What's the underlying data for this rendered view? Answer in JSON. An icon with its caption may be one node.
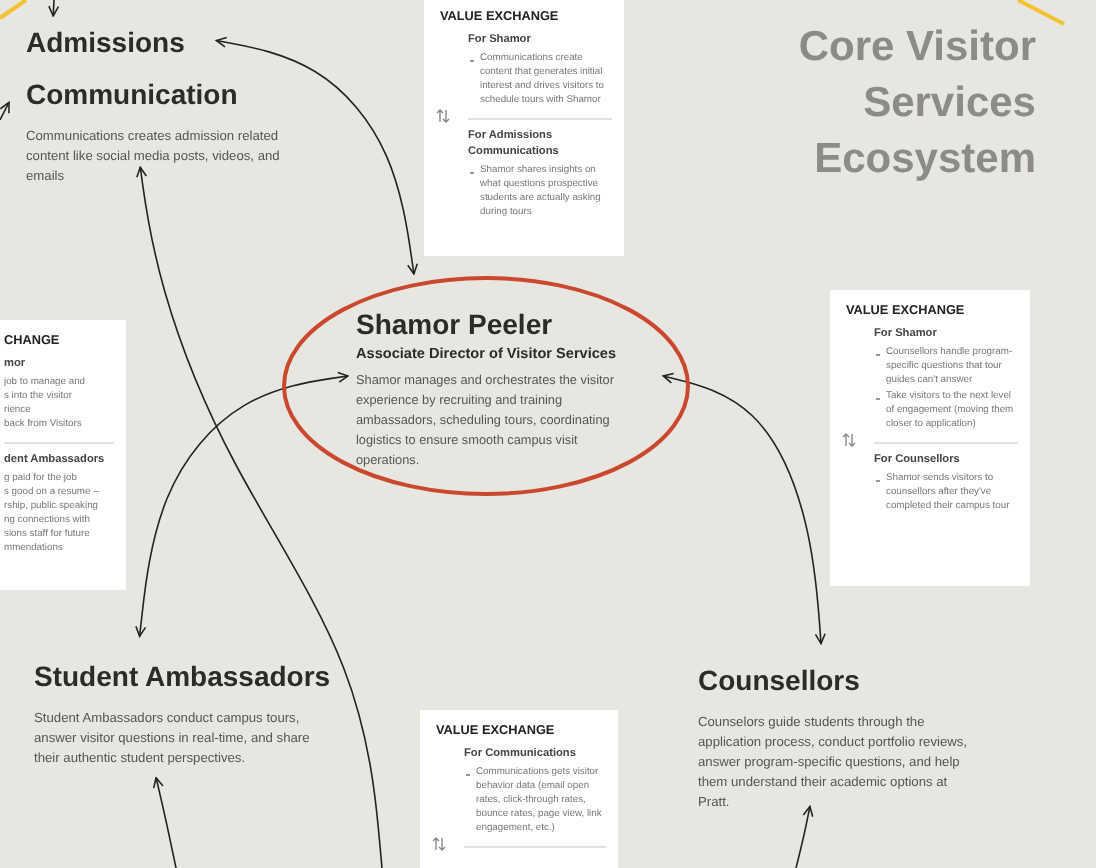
{
  "diagram": {
    "title": "Core Visitor Services Ecosystem",
    "nodes": [
      {
        "text": [
          "Admissions Communication",
          "Communications creates admission related content like social media posts, videos, and emails"
        ]
      },
      {
        "text": [
          "VALUE EXCHANGE",
          "For Shamor",
          "Communications create content that generates initial interest and drives visitors to schedule tours with Shamor",
          "For Admissions Communications",
          "Shamor shares insights on what questions prospective students are actually asking during tours"
        ]
      },
      {
        "text": [
          "Shamor Peeler",
          "Associate Director of Visitor Services",
          "Shamor manages and orchestrates the visitor experience by recruiting and training ambassadors, scheduling tours, coordinating logistics to ensure smooth campus visit operations."
        ]
      },
      {
        "text": [
          "CHANGE",
          "mor",
          "job to manage and",
          "s into the visitor",
          "rience",
          "back from Visitors",
          "dent Ambassadors",
          "g paid for the job",
          "s good on a resume –",
          "rship, public speaking",
          "ng connections with",
          "sions staff for future",
          "mmendations"
        ]
      },
      {
        "text": [
          "VALUE EXCHANGE",
          "For Shamor",
          "Counsellors handle program-specific questions that tour guides can't answer",
          "Take visitors to the next level of engagement (moving them closer to application)",
          "For Counsellors",
          "Shamor sends visitors to counsellors after they've completed their campus tour"
        ]
      },
      {
        "text": [
          "Student Ambassadors",
          "Student Ambassadors conduct campus tours, answer visitor questions in real-time, and share their authentic student perspectives."
        ]
      },
      {
        "text": [
          "Counsellors",
          "Counselors guide students through the application process, conduct portfolio reviews, answer program-specific questions, and help them understand their academic options at Pratt."
        ]
      },
      {
        "text": [
          "VALUE EXCHANGE",
          "For Communications",
          "Communications gets visitor behavior data (email open rates, click-through rates, bounce rates, page view, link engagement, etc.)"
        ]
      }
    ],
    "edges": [
      {
        "from": null,
        "to": 0,
        "arrow": "to"
      },
      {
        "from": null,
        "to": 0,
        "arrow": "to"
      },
      {
        "from": 0,
        "to": 2,
        "arrow": "both"
      },
      {
        "from": null,
        "to": 0,
        "arrow": "to"
      },
      {
        "from": 2,
        "to": 5,
        "arrow": "both"
      },
      {
        "from": 2,
        "to": 6,
        "arrow": "both"
      },
      {
        "from": null,
        "to": 5,
        "arrow": "to"
      },
      {
        "from": null,
        "to": 6,
        "arrow": "to"
      }
    ]
  }
}
